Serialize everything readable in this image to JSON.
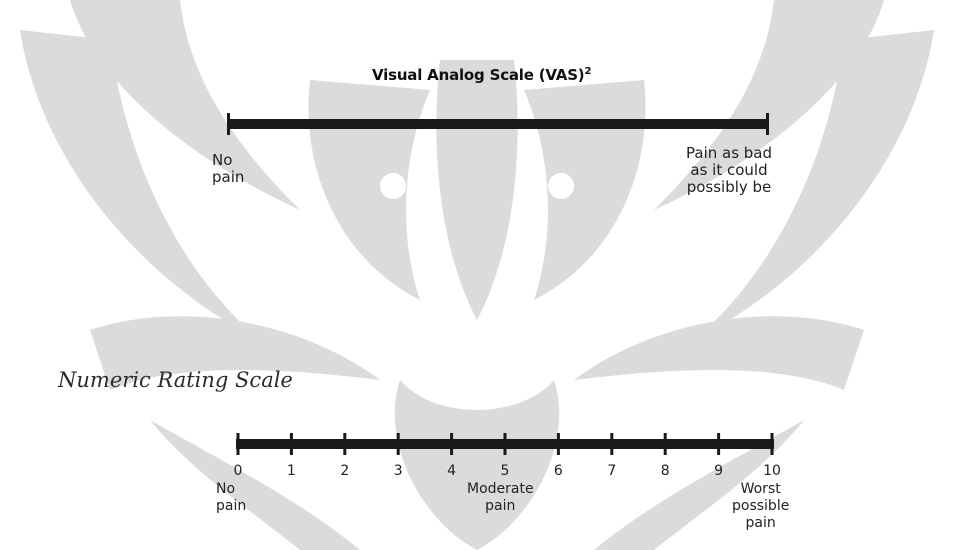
{
  "vas": {
    "title": "Visual Analog Scale (VAS)",
    "superscript": "2",
    "left_anchor_line1": "No",
    "left_anchor_line2": "pain",
    "right_anchor_line1": "Pain as bad",
    "right_anchor_line2": "as it could",
    "right_anchor_line3": "possibly be"
  },
  "nrs": {
    "heading": "Numeric Rating Scale",
    "ticks": [
      "0",
      "1",
      "2",
      "3",
      "4",
      "5",
      "6",
      "7",
      "8",
      "9",
      "10"
    ],
    "left_anchor_line1": "No",
    "left_anchor_line2": "pain",
    "mid_anchor_line1": "Moderate",
    "mid_anchor_line2": "pain",
    "right_anchor_line1": "Worst",
    "right_anchor_line2": "possible",
    "right_anchor_line3": "pain"
  },
  "colors": {
    "watermark": "#cfcfcf",
    "scale_line": "#1a1a1a"
  }
}
